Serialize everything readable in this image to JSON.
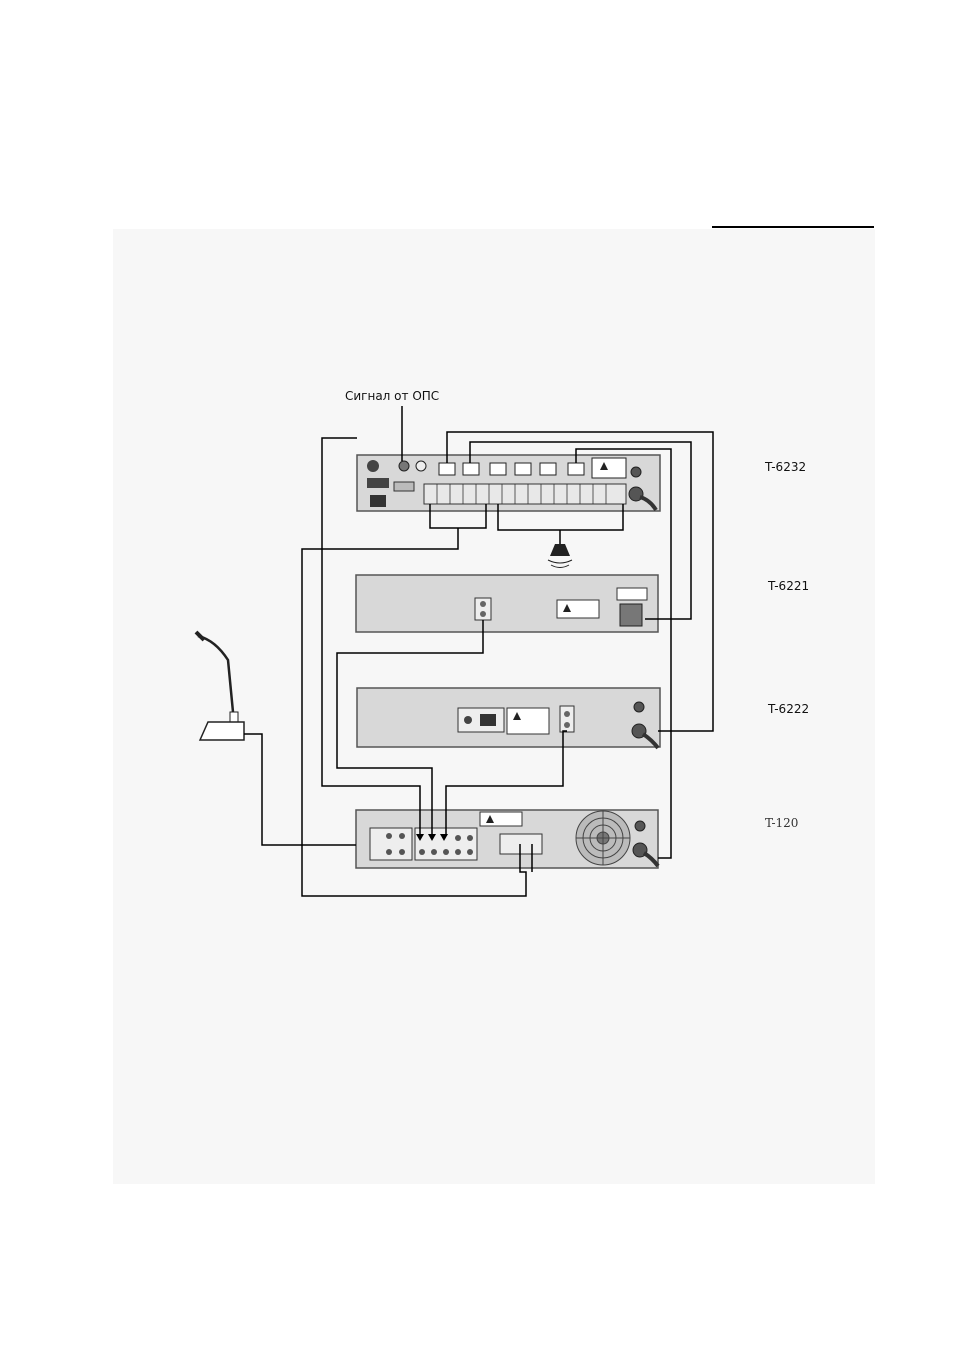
{
  "labels": {
    "signal_source": "Сигнал от ОПС",
    "model_t6232": "T-6232",
    "model_t6221": "T-6221",
    "model_t6222": "T-6222",
    "model_t120": "T-120"
  },
  "colors": {
    "device_body": "#d8d8d8",
    "device_border": "#555555",
    "wire": "#000000",
    "panel_bg": "#f7f7f7"
  },
  "icons": [
    "microphone-icon",
    "speaker-icon",
    "fan-icon",
    "power-cord-icon",
    "warning-icon"
  ]
}
